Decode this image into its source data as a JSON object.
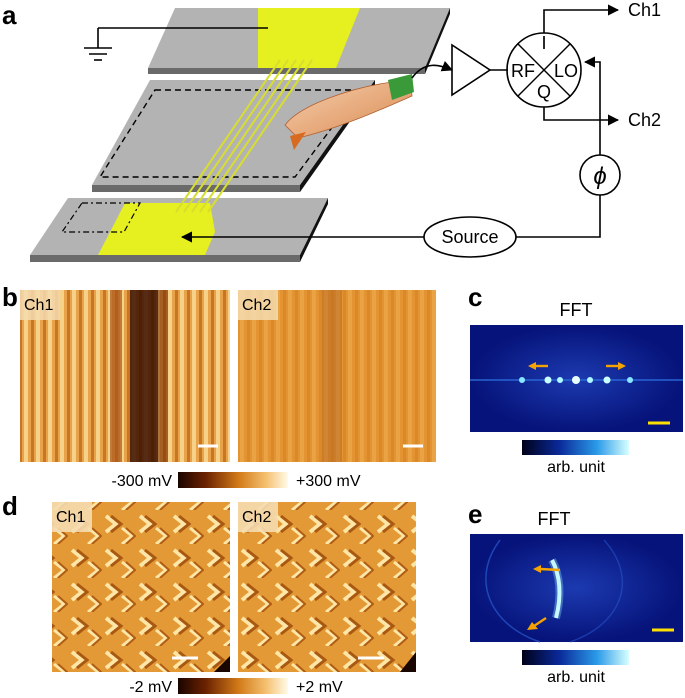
{
  "figure": {
    "panels": {
      "a": {
        "letter": "a"
      },
      "b": {
        "letter": "b",
        "tiles": [
          "Ch1",
          "Ch2"
        ]
      },
      "c": {
        "letter": "c",
        "title": "FFT"
      },
      "d": {
        "letter": "d",
        "tiles": [
          "Ch1",
          "Ch2"
        ]
      },
      "e": {
        "letter": "e",
        "title": "FFT"
      }
    },
    "schematic": {
      "outputs": [
        "Ch1",
        "Ch2"
      ],
      "mixer_ports": {
        "top": "I",
        "left": "RF",
        "right": "LO",
        "bottom": "Q"
      },
      "phase_symbol": "ϕ",
      "source_label": "Source"
    },
    "colorbars": {
      "b": {
        "min_label": "-300 mV",
        "max_label": "+300 mV"
      },
      "c": {
        "label": "arb. unit"
      },
      "d": {
        "min_label": "-2 mV",
        "max_label": "+2 mV"
      },
      "e": {
        "label": "arb. unit"
      }
    },
    "colors": {
      "gray_plate": "#b3b3b3",
      "electrode_yellow": "#e6ef1f",
      "heat_dark": "#3a0e00",
      "heat_mid": "#d27a18",
      "heat_light": "#fff8d8",
      "fft_bg": "#0a1a80",
      "fft_bright": "#e8ffff",
      "arrow_orange": "#f5a300"
    }
  }
}
